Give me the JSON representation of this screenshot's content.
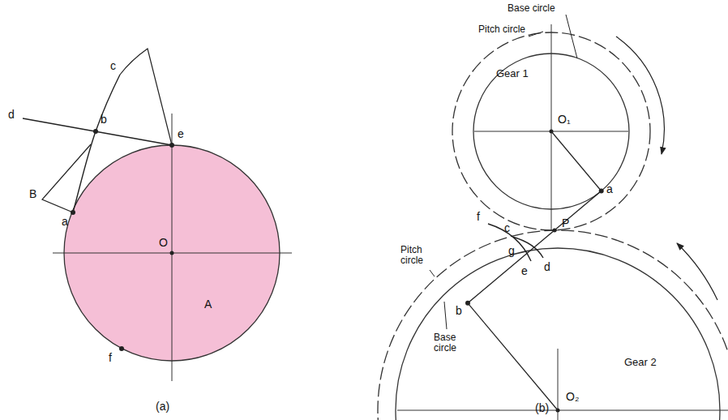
{
  "diagram": {
    "labels": [
      "c",
      "b",
      "d",
      "e",
      "B",
      "a",
      "O",
      "A",
      "f",
      "(a)",
      "Base circle",
      "Pitch circle",
      "Gear 1",
      "O₁",
      "a",
      "f",
      "c",
      "P",
      "g",
      "e",
      "d",
      "b",
      "Pitch circle",
      "Base circle",
      "Gear 2",
      "O₂",
      "(b)"
    ]
  }
}
